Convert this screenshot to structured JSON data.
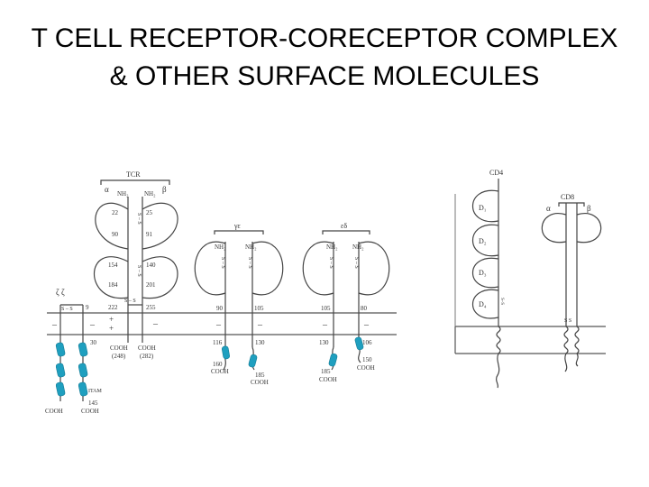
{
  "title": {
    "line1": "T CELL RECEPTOR-CORECEPTOR COMPLEX",
    "line2": "& OTHER SURFACE MOLECULES"
  },
  "colors": {
    "ink": "#333333",
    "membrane": "#555555",
    "itam": "#1f9fbf",
    "background": "#ffffff"
  },
  "diagram": {
    "tcr": {
      "label": "TCR",
      "alpha": "α",
      "beta": "β",
      "nh2_left": "NH₂",
      "nh2_right": "NH₂",
      "n22": "22",
      "n25": "25",
      "n90": "90",
      "n91": "91",
      "n154": "154",
      "n140": "140",
      "n184": "184",
      "n201": "201",
      "n222": "222",
      "n255": "255",
      "ss_top": "S – S",
      "ss_mid": "S – S",
      "ss_bottom": "S – S",
      "cooh_left": "COOH",
      "cooh_left_num": "(248)",
      "cooh_right": "COOH",
      "cooh_right_num": "(282)",
      "plus1": "+",
      "plus2": "+",
      "minus": "–"
    },
    "zeta": {
      "label": "ζ  ζ",
      "ss": "S – S",
      "n9": "9",
      "n30": "30",
      "itam": "ITAM",
      "n145": "145",
      "cooh_left": "COOH",
      "cooh_right": "COOH",
      "minus1": "–",
      "minus2": "–"
    },
    "gamma_epsilon": {
      "label": "γε",
      "nh2_left": "NH₂",
      "nh2_right": "NH₂",
      "ss_left": "S – S",
      "ss_right": "S – S",
      "n90": "90",
      "n105": "105",
      "n116": "116",
      "n130": "130",
      "n160": "160",
      "n185": "185",
      "cooh_left": "COOH",
      "cooh_right": "COOH",
      "minus1": "–",
      "minus2": "–"
    },
    "delta_epsilon": {
      "label": "εδ",
      "nh2_left": "NH₂",
      "nh2_right": "NH₂",
      "ss_left": "S – S",
      "ss_right": "S – S",
      "n105": "105",
      "n80": "80",
      "n130": "130",
      "n106": "106",
      "n185": "185",
      "n150": "150",
      "cooh_left": "COOH",
      "cooh_right": "COOH",
      "minus1": "–",
      "minus2": "–"
    },
    "cd4": {
      "label": "CD4",
      "d1": "D₁",
      "d2": "D₂",
      "d3": "D₃",
      "d4": "D₄",
      "ss": "S–S"
    },
    "cd8": {
      "label": "CD8",
      "alpha": "α",
      "beta": "β",
      "ss": "S S"
    }
  }
}
